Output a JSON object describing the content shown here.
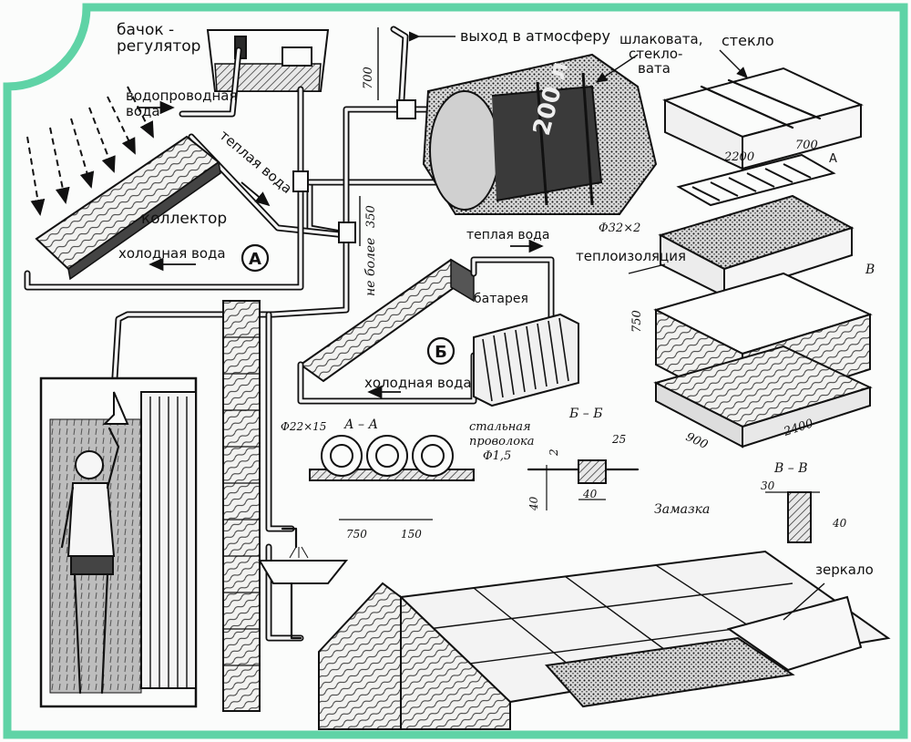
{
  "labels": {
    "tank_regulator": "бачок -\nрегулятор",
    "atmosphere_exit": "выход в атмосферу",
    "slag_wool": "шлаковата,\nстекло-\nвата",
    "glass": "стекло",
    "tap_water": "водопроводная\nвода",
    "warm_water_a": "теплая вода",
    "collector": "коллектор",
    "cold_water_a": "холодная вода",
    "mark_a": "А",
    "dim_700_tank": "700",
    "dim_350": "350",
    "not_more": "не более",
    "barrel_volume": "200 л",
    "dim_2200": "2200",
    "dim_700_box": "700",
    "section_a_arrow": "А",
    "pipe_diam_32": "Φ32×2",
    "insulation": "теплоизоляция",
    "section_b_arrow": "В",
    "dim_750_box": "750",
    "dim_900": "900",
    "dim_2400": "2400",
    "warm_water_b": "теплая вода",
    "battery": "батарея",
    "mark_b": "Б",
    "cold_water_b": "холодная вода",
    "pipe_diam_22": "Φ22×15",
    "section_aa": "А – А",
    "steel_wire": "стальная\nпроволока\nΦ1,5",
    "dim_750_sec": "750",
    "dim_150_sec": "150",
    "section_bb": "Б – Б",
    "dim_2": "2",
    "dim_25": "25",
    "dim_40_bb": "40",
    "dim_40_bb_v": "40",
    "putty": "Замазка",
    "section_vv": "В – В",
    "dim_30": "30",
    "dim_40_vv": "40",
    "mirror": "зеркало"
  },
  "colors": {
    "frame": "#5fd3a6",
    "ink": "#111111",
    "paper": "#fbfcfb"
  }
}
